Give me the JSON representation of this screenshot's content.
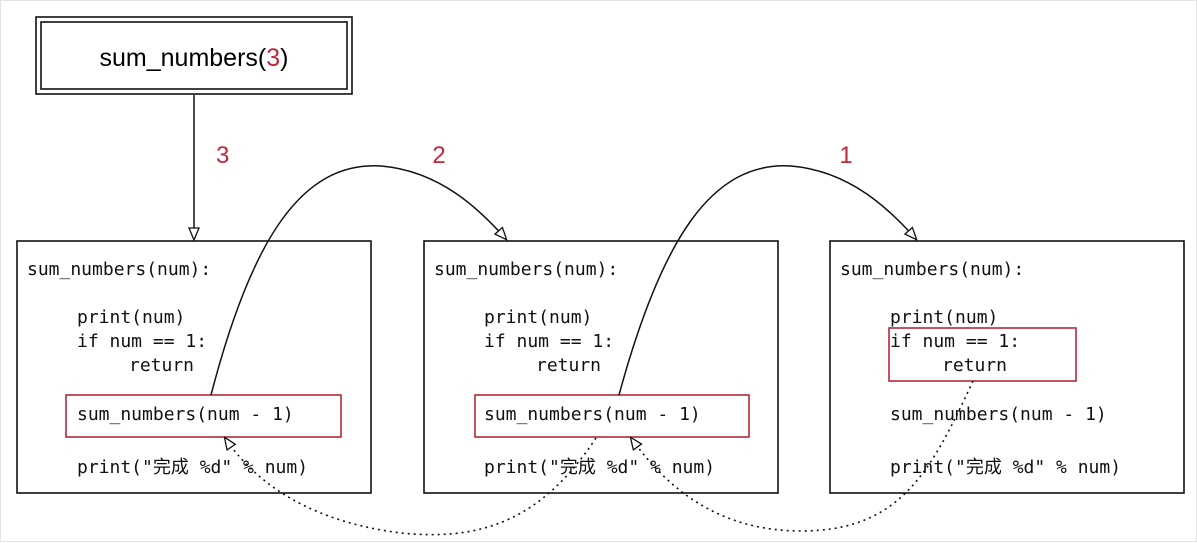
{
  "title": {
    "func": "sum_numbers(",
    "arg": "3",
    "close": ")"
  },
  "call_labels": [
    "3",
    "2",
    "1"
  ],
  "frames": [
    {
      "lines": [
        "sum_numbers(num):",
        "print(num)",
        "if num == 1:",
        "return",
        "sum_numbers(num - 1)",
        "print(\"完成 %d\" % num)"
      ],
      "highlight": "recursive-call"
    },
    {
      "lines": [
        "sum_numbers(num):",
        "print(num)",
        "if num == 1:",
        "return",
        "sum_numbers(num - 1)",
        "print(\"完成 %d\" % num)"
      ],
      "highlight": "recursive-call"
    },
    {
      "lines": [
        "sum_numbers(num):",
        "print(num)",
        "if num == 1:",
        "return",
        "sum_numbers(num - 1)",
        "print(\"完成 %d\" % num)"
      ],
      "highlight": "base-case"
    }
  ],
  "colors": {
    "accent": "#c0273a",
    "stroke": "#111111"
  }
}
